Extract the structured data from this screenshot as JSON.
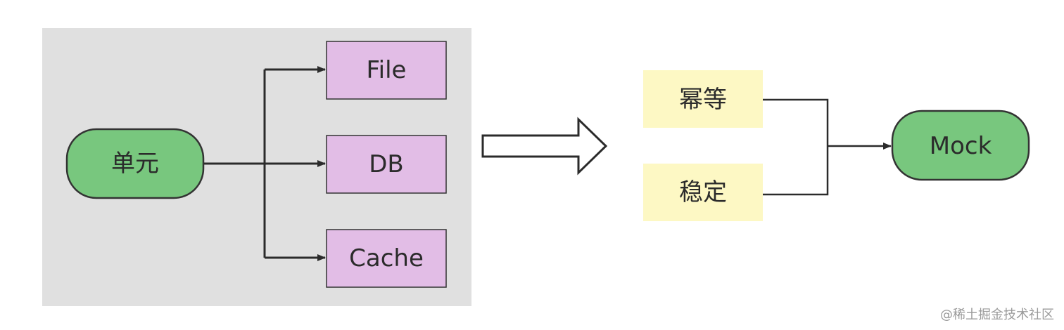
{
  "left_group": {
    "source": {
      "label": "单元",
      "fill": "#78c77e"
    },
    "targets": [
      {
        "label": "File"
      },
      {
        "label": "DB"
      },
      {
        "label": "Cache"
      }
    ],
    "target_fill": "#e2bde6",
    "panel_fill": "#e0e0e0"
  },
  "right_group": {
    "inputs": [
      {
        "label": "幂等"
      },
      {
        "label": "稳定"
      }
    ],
    "input_fill": "#fdf8c4",
    "result": {
      "label": "Mock",
      "fill": "#78c77e"
    }
  },
  "watermark": "@稀土掘金技术社区"
}
